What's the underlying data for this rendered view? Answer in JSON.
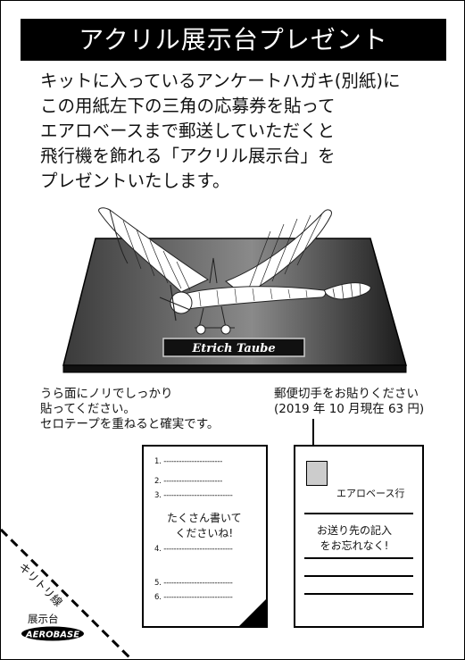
{
  "title": "アクリル展示台プレゼント",
  "intro_lines": [
    "キットに入っているアンケートハガキ(別紙)に",
    "この用紙左下の三角の応募券を貼って",
    "エアロベースまで郵送していただくと",
    "飛行機を飾れる「アクリル展示台」を",
    "プレゼントいたします。"
  ],
  "nameplate": "Etrich Taube",
  "left_note": [
    "うら面にノリでしっかり",
    "貼ってください。",
    "セロテープを重ねると確実です。"
  ],
  "right_note": [
    "郵便切手をお貼りください",
    "(2019 年 10 月現在 63 円)"
  ],
  "questionnaire": {
    "lines": [
      "1. -----------------------",
      "2. -----------------------",
      "3. ---------------------------",
      "4. ---------------------------",
      "5. ---------------------------",
      "6. ---------------------------"
    ],
    "note": [
      "たくさん書いて",
      "くださいね!"
    ]
  },
  "postcard": {
    "address_label": "エアロベース行",
    "note": [
      "お送り先の記入",
      "をお忘れなく!"
    ]
  },
  "cut_label": "キリトリ線",
  "stand_label": "展示台",
  "logo_text": "AEROBASE"
}
